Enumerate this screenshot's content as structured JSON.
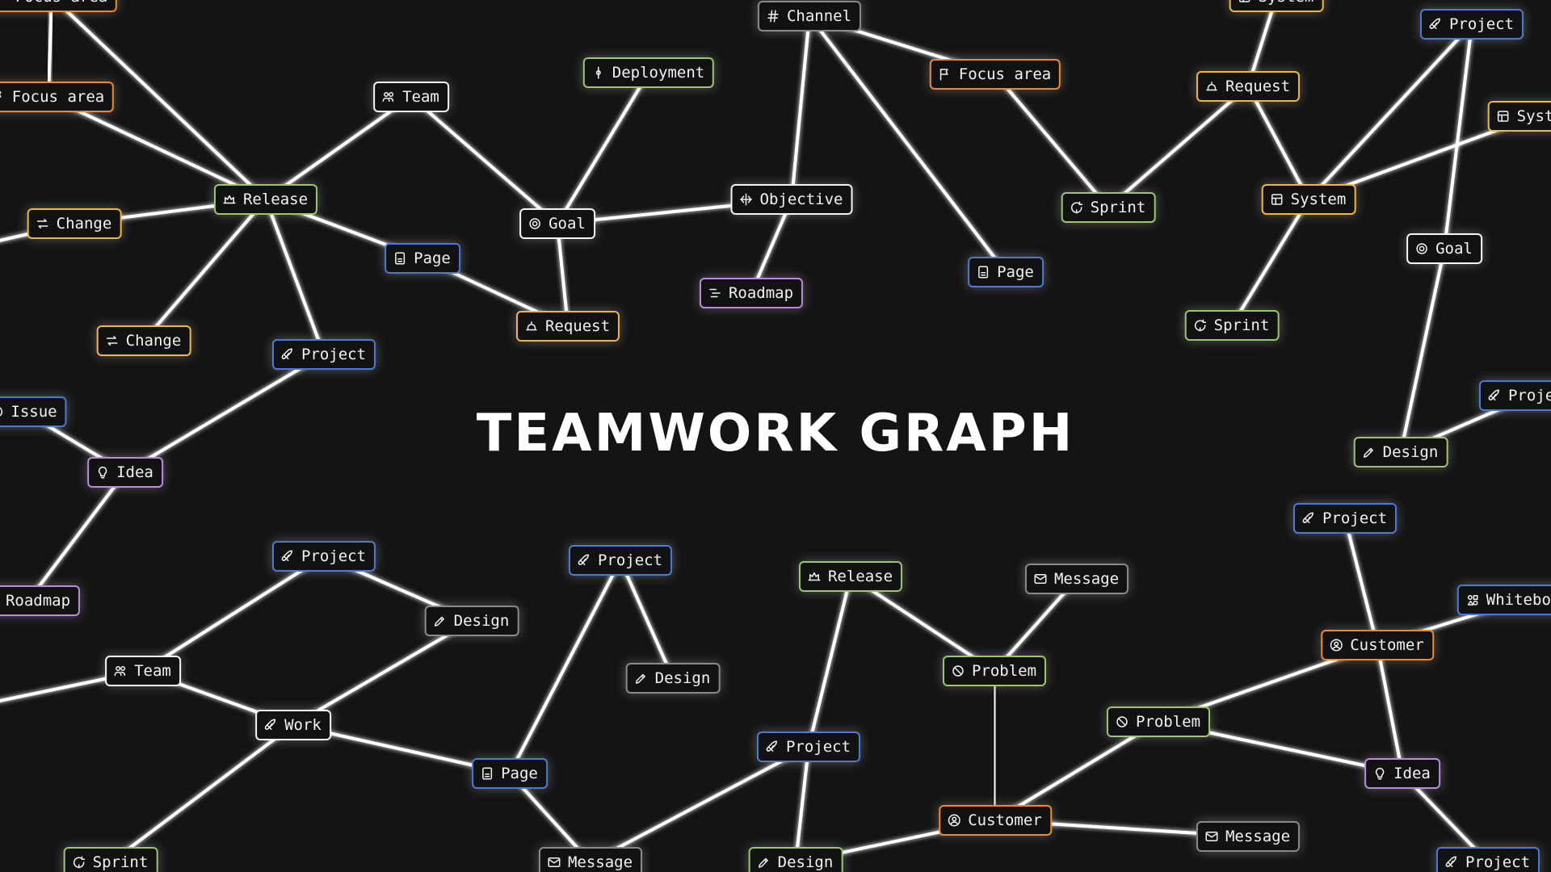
{
  "title": "TEAMWORK GRAPH",
  "colors": {
    "background": "#141414",
    "edge": "#ffffff",
    "orange": "#ef8a2c",
    "blue": "#4a7ad9",
    "green": "#9bc76a",
    "yellow": "#f0b83a",
    "purple": "#b88be0",
    "white": "#f5f5f5",
    "gray": "#8a8a8a"
  },
  "nodes": [
    {
      "id": "n1",
      "label": "Focus area",
      "icon": "flag-icon",
      "color": "orange"
    },
    {
      "id": "n2",
      "label": "Focus area",
      "icon": "flag-icon",
      "color": "orange"
    },
    {
      "id": "n3",
      "label": "Team",
      "icon": "team-icon",
      "color": "white"
    },
    {
      "id": "n4",
      "label": "Release",
      "icon": "release-icon",
      "color": "green"
    },
    {
      "id": "n5",
      "label": "Change",
      "icon": "swap-icon",
      "color": "yellow"
    },
    {
      "id": "n6",
      "label": "Change",
      "icon": "swap-icon",
      "color": "yellow"
    },
    {
      "id": "n7",
      "label": "Project",
      "icon": "rocket-icon",
      "color": "blue"
    },
    {
      "id": "n8",
      "label": "Page",
      "icon": "page-icon",
      "color": "blue"
    },
    {
      "id": "n9",
      "label": "Goal",
      "icon": "target-icon",
      "color": "white"
    },
    {
      "id": "n10",
      "label": "Deployment",
      "icon": "deployment-icon",
      "color": "green"
    },
    {
      "id": "n11",
      "label": "Request",
      "icon": "bell-icon",
      "color": "yellow"
    },
    {
      "id": "n12",
      "label": "Channel",
      "icon": "hash-icon",
      "color": "gray"
    },
    {
      "id": "n13",
      "label": "Objective",
      "icon": "objective-icon",
      "color": "white"
    },
    {
      "id": "n14",
      "label": "Roadmap",
      "icon": "roadmap-icon",
      "color": "purple"
    },
    {
      "id": "n15",
      "label": "Focus area",
      "icon": "flag-icon",
      "color": "orange"
    },
    {
      "id": "n16",
      "label": "Page",
      "icon": "page-icon",
      "color": "blue"
    },
    {
      "id": "n17",
      "label": "Sprint",
      "icon": "sprint-icon",
      "color": "green"
    },
    {
      "id": "n18",
      "label": "System",
      "icon": "system-icon",
      "color": "yellow"
    },
    {
      "id": "n19",
      "label": "Request",
      "icon": "bell-icon",
      "color": "yellow"
    },
    {
      "id": "n20",
      "label": "System",
      "icon": "system-icon",
      "color": "yellow"
    },
    {
      "id": "n21",
      "label": "Project",
      "icon": "rocket-icon",
      "color": "blue"
    },
    {
      "id": "n22",
      "label": "System",
      "icon": "system-icon",
      "color": "yellow"
    },
    {
      "id": "n23",
      "label": "Goal",
      "icon": "target-icon",
      "color": "white"
    },
    {
      "id": "n24",
      "label": "Sprint",
      "icon": "sprint-icon",
      "color": "green"
    },
    {
      "id": "n25",
      "label": "Project",
      "icon": "rocket-icon",
      "color": "blue"
    },
    {
      "id": "n26",
      "label": "Design",
      "icon": "design-icon",
      "color": "green"
    },
    {
      "id": "n27",
      "label": "Issue",
      "icon": "issue-icon",
      "color": "blue"
    },
    {
      "id": "n28",
      "label": "Idea",
      "icon": "bulb-icon",
      "color": "purple"
    },
    {
      "id": "n29",
      "label": "Roadmap",
      "icon": "roadmap-icon",
      "color": "purple"
    },
    {
      "id": "n30",
      "label": "Project",
      "icon": "rocket-icon",
      "color": "blue"
    },
    {
      "id": "n31",
      "label": "Design",
      "icon": "design-icon",
      "color": "gray"
    },
    {
      "id": "n32",
      "label": "Team",
      "icon": "team-icon",
      "color": "white"
    },
    {
      "id": "n33",
      "label": "Work",
      "icon": "rocket-icon",
      "color": "white"
    },
    {
      "id": "n34",
      "label": "Sprint",
      "icon": "sprint-icon",
      "color": "green"
    },
    {
      "id": "n35",
      "label": "Project",
      "icon": "rocket-icon",
      "color": "blue"
    },
    {
      "id": "n36",
      "label": "Design",
      "icon": "design-icon",
      "color": "gray"
    },
    {
      "id": "n37",
      "label": "Page",
      "icon": "page-icon",
      "color": "blue"
    },
    {
      "id": "n38",
      "label": "Message",
      "icon": "mail-icon",
      "color": "gray"
    },
    {
      "id": "n39",
      "label": "Release",
      "icon": "release-icon",
      "color": "green"
    },
    {
      "id": "n40",
      "label": "Message",
      "icon": "mail-icon",
      "color": "gray"
    },
    {
      "id": "n41",
      "label": "Problem",
      "icon": "ban-icon",
      "color": "green"
    },
    {
      "id": "n42",
      "label": "Project",
      "icon": "rocket-icon",
      "color": "blue"
    },
    {
      "id": "n43",
      "label": "Design",
      "icon": "design-icon",
      "color": "green"
    },
    {
      "id": "n44",
      "label": "Customer",
      "icon": "customer-icon",
      "color": "orange"
    },
    {
      "id": "n45",
      "label": "Problem",
      "icon": "ban-icon",
      "color": "green"
    },
    {
      "id": "n46",
      "label": "Message",
      "icon": "mail-icon",
      "color": "gray"
    },
    {
      "id": "n47",
      "label": "Project",
      "icon": "rocket-icon",
      "color": "blue"
    },
    {
      "id": "n48",
      "label": "Customer",
      "icon": "customer-icon",
      "color": "orange"
    },
    {
      "id": "n49",
      "label": "Whiteboard",
      "icon": "whiteboard-icon",
      "color": "blue"
    },
    {
      "id": "n50",
      "label": "Idea",
      "icon": "bulb-icon",
      "color": "purple"
    },
    {
      "id": "n51",
      "label": "Project",
      "icon": "rocket-icon",
      "color": "blue"
    }
  ],
  "edges": [
    [
      "n1",
      "n2"
    ],
    [
      "n2",
      "n4"
    ],
    [
      "n1",
      "n4"
    ],
    [
      "n3",
      "n4"
    ],
    [
      "n3",
      "n9"
    ],
    [
      "n4",
      "n5"
    ],
    [
      "n4",
      "n6"
    ],
    [
      "n4",
      "n7"
    ],
    [
      "n4",
      "n8"
    ],
    [
      "n8",
      "n11"
    ],
    [
      "n9",
      "n11"
    ],
    [
      "n9",
      "n10"
    ],
    [
      "n9",
      "n13"
    ],
    [
      "n12",
      "n13"
    ],
    [
      "n12",
      "n15"
    ],
    [
      "n12",
      "n16"
    ],
    [
      "n13",
      "n14"
    ],
    [
      "n15",
      "n17"
    ],
    [
      "n17",
      "n19"
    ],
    [
      "n18",
      "n19"
    ],
    [
      "n19",
      "n20"
    ],
    [
      "n20",
      "n21"
    ],
    [
      "n20",
      "n22"
    ],
    [
      "n20",
      "n24"
    ],
    [
      "n21",
      "n23"
    ],
    [
      "n23",
      "n26"
    ],
    [
      "n25",
      "n26"
    ],
    [
      "n7",
      "n28"
    ],
    [
      "n27",
      "n28"
    ],
    [
      "n28",
      "n29"
    ],
    [
      "n30",
      "n32"
    ],
    [
      "n30",
      "n31"
    ],
    [
      "n31",
      "n33"
    ],
    [
      "n32",
      "n33"
    ],
    [
      "n33",
      "n34"
    ],
    [
      "n33",
      "n37"
    ],
    [
      "n35",
      "n37"
    ],
    [
      "n35",
      "n36"
    ],
    [
      "n37",
      "n38"
    ],
    [
      "n38",
      "n42"
    ],
    [
      "n39",
      "n42"
    ],
    [
      "n39",
      "n41"
    ],
    [
      "n40",
      "n41"
    ],
    [
      "n41",
      "n44"
    ],
    [
      "n42",
      "n43"
    ],
    [
      "n43",
      "n44"
    ],
    [
      "n44",
      "n45"
    ],
    [
      "n44",
      "n46"
    ],
    [
      "n45",
      "n48"
    ],
    [
      "n45",
      "n50"
    ],
    [
      "n47",
      "n48"
    ],
    [
      "n48",
      "n49"
    ],
    [
      "n48",
      "n50"
    ],
    [
      "n50",
      "n51"
    ],
    [
      "n5",
      "n5edge"
    ],
    [
      "n32",
      "n32edge"
    ]
  ]
}
